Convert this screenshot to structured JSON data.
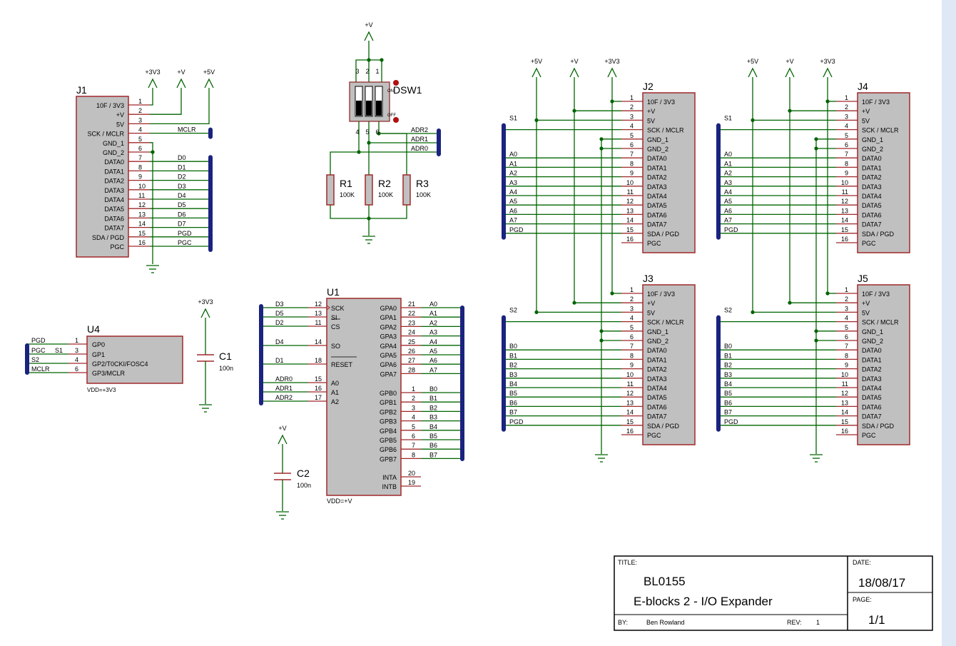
{
  "colors": {
    "wire": "#006400",
    "pin": "#a0282a",
    "body": "#c0c0c0",
    "bus": "#1a237e",
    "junction": "#006400",
    "scroll": "#dfe8f5"
  },
  "eblock": {
    "labels": [
      "10F / 3V3",
      "+V",
      "5V",
      "SCK / MCLR",
      "GND_1",
      "GND_2",
      "DATA0",
      "DATA1",
      "DATA2",
      "DATA3",
      "DATA4",
      "DATA5",
      "DATA6",
      "DATA7",
      "SDA / PGD",
      "PGC"
    ],
    "pins": [
      "1",
      "2",
      "3",
      "4",
      "5",
      "6",
      "7",
      "8",
      "9",
      "10",
      "11",
      "12",
      "13",
      "14",
      "15",
      "16"
    ]
  },
  "j1": {
    "ref": "J1",
    "nets": [
      "D0",
      "D1",
      "D2",
      "D3",
      "D4",
      "D5",
      "D6",
      "D7"
    ],
    "mclr": "MCLR",
    "pgd": "PGD",
    "pgc": "PGC",
    "power": [
      "+3V3",
      "+V",
      "+5V"
    ]
  },
  "dsw1": {
    "ref": "DSW1",
    "supply": "+V",
    "pins_top": [
      "3",
      "2",
      "1"
    ],
    "pins_bottom": [
      "4",
      "5",
      "6"
    ],
    "on": "ON",
    "off": "OFF",
    "nets": [
      "ADR2",
      "ADR1",
      "ADR0"
    ]
  },
  "resistors": [
    {
      "ref": "R1",
      "value": "100K"
    },
    {
      "ref": "R2",
      "value": "100K"
    },
    {
      "ref": "R3",
      "value": "100K"
    }
  ],
  "u4": {
    "ref": "U4",
    "pins": [
      "GP0",
      "GP1",
      "GP2/T0CKI/FOSC4",
      "GP3/MCLR"
    ],
    "nums": [
      "1",
      "3",
      "4",
      "6"
    ],
    "nets": [
      "PGD",
      "PGC",
      "S2",
      "MCLR"
    ],
    "s1": "S1",
    "vdd": "VDD=+3V3"
  },
  "c1": {
    "ref": "C1",
    "value": "100n",
    "supply": "+3V3"
  },
  "c2": {
    "ref": "C2",
    "value": "100n",
    "supply": "+V"
  },
  "u1": {
    "ref": "U1",
    "vdd": "VDD=+V",
    "left": [
      {
        "net": "D3",
        "num": "12",
        "pin": "SCK"
      },
      {
        "net": "D5",
        "num": "13",
        "pin": "SI"
      },
      {
        "net": "D2",
        "num": "11",
        "pin": "CS"
      },
      {
        "net": "D4",
        "num": "14",
        "pin": "SO"
      },
      {
        "net": "D1",
        "num": "18",
        "pin": "RESET"
      },
      {
        "net": "ADR0",
        "num": "15",
        "pin": "A0"
      },
      {
        "net": "ADR1",
        "num": "16",
        "pin": "A1"
      },
      {
        "net": "ADR2",
        "num": "17",
        "pin": "A2"
      }
    ],
    "gpa": [
      {
        "pin": "GPA0",
        "num": "21",
        "net": "A0"
      },
      {
        "pin": "GPA1",
        "num": "22",
        "net": "A1"
      },
      {
        "pin": "GPA2",
        "num": "23",
        "net": "A2"
      },
      {
        "pin": "GPA3",
        "num": "24",
        "net": "A3"
      },
      {
        "pin": "GPA4",
        "num": "25",
        "net": "A4"
      },
      {
        "pin": "GPA5",
        "num": "26",
        "net": "A5"
      },
      {
        "pin": "GPA6",
        "num": "27",
        "net": "A6"
      },
      {
        "pin": "GPA7",
        "num": "28",
        "net": "A7"
      }
    ],
    "gpb": [
      {
        "pin": "GPB0",
        "num": "1",
        "net": "B0"
      },
      {
        "pin": "GPB1",
        "num": "2",
        "net": "B1"
      },
      {
        "pin": "GPB2",
        "num": "3",
        "net": "B2"
      },
      {
        "pin": "GPB3",
        "num": "4",
        "net": "B3"
      },
      {
        "pin": "GPB4",
        "num": "5",
        "net": "B4"
      },
      {
        "pin": "GPB5",
        "num": "6",
        "net": "B5"
      },
      {
        "pin": "GPB6",
        "num": "7",
        "net": "B6"
      },
      {
        "pin": "GPB7",
        "num": "8",
        "net": "B7"
      }
    ],
    "int": [
      {
        "pin": "INTA",
        "num": "20"
      },
      {
        "pin": "INTB",
        "num": "19"
      }
    ]
  },
  "power_top": [
    "+5V",
    "+V",
    "+3V3"
  ],
  "j2": {
    "ref": "J2",
    "sel": "S1",
    "nets": [
      "A0",
      "A1",
      "A2",
      "A3",
      "A4",
      "A5",
      "A6",
      "A7"
    ],
    "pgd": "PGD"
  },
  "j3": {
    "ref": "J3",
    "sel": "S2",
    "nets": [
      "B0",
      "B1",
      "B2",
      "B3",
      "B4",
      "B5",
      "B6",
      "B7"
    ],
    "pgd": "PGD"
  },
  "j4": {
    "ref": "J4",
    "sel": "S1",
    "nets": [
      "A0",
      "A1",
      "A2",
      "A3",
      "A4",
      "A5",
      "A6",
      "A7"
    ],
    "pgd": "PGD"
  },
  "j5": {
    "ref": "J5",
    "sel": "S2",
    "nets": [
      "B0",
      "B1",
      "B2",
      "B3",
      "B4",
      "B5",
      "B6",
      "B7"
    ],
    "pgd": "PGD"
  },
  "titleblock": {
    "title_label": "TITLE:",
    "code": "BL0155",
    "title": "E-blocks 2 - I/O Expander",
    "date_label": "DATE:",
    "date": "18/08/17",
    "page_label": "PAGE:",
    "page": "1/1",
    "by_label": "BY:",
    "author": "Ben Rowland",
    "rev_label": "REV:",
    "rev": "1"
  }
}
